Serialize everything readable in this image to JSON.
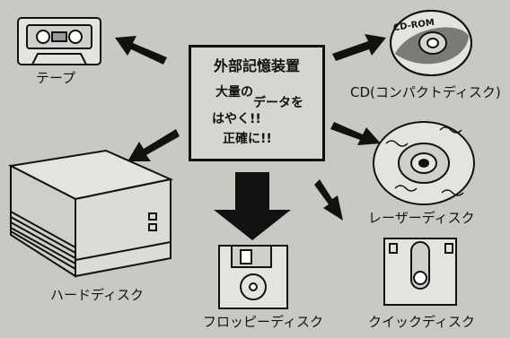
{
  "center": {
    "title": "外部記憶装置",
    "line1": "大量の",
    "line2": "データを",
    "line3": "はやく!!",
    "line4": "正確に!!"
  },
  "devices": {
    "tape": "テープ",
    "cd": "CD(コンパクトディスク)",
    "cd_disc_text": "CD-ROM",
    "hard_disk": "ハードディスク",
    "laser_disc": "レーザーディスク",
    "floppy": "フロッピーディスク",
    "quick_disk": "クイックディスク"
  }
}
